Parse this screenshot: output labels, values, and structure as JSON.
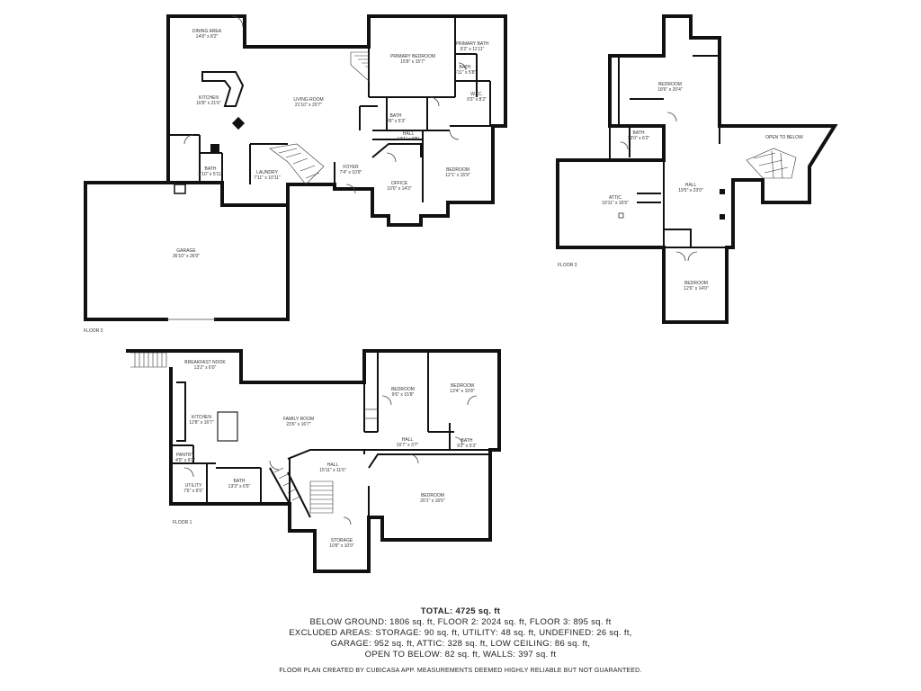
{
  "floors": [
    {
      "id": "floor2",
      "label": "FLOOR 2",
      "rooms": [
        {
          "name": "DINING AREA",
          "dims": "14'8\" x 8'2\""
        },
        {
          "name": "KITCHEN",
          "dims": "16'8\" x 21'6\""
        },
        {
          "name": "LIVING ROOM",
          "dims": "21'10\" x 20'7\""
        },
        {
          "name": "PRIMARY BEDROOM",
          "dims": "15'8\" x 15'7\""
        },
        {
          "name": "PRIMARY BATH",
          "dims": "9'2\" x 11'11\""
        },
        {
          "name": "BATH",
          "dims": "3'11\" x 5'8\""
        },
        {
          "name": "W.I.C.",
          "dims": "9'3\" x 8'2\""
        },
        {
          "name": "BATH",
          "dims": "9'8\" x 5'3\""
        },
        {
          "name": "HALL",
          "dims": "13'1\" x 8'5\""
        },
        {
          "name": "BATH",
          "dims": "5'10\" x 5'11\""
        },
        {
          "name": "LAUNDRY",
          "dims": "7'11\" x 10'11\""
        },
        {
          "name": "FOYER",
          "dims": "7'4\" x 10'9\""
        },
        {
          "name": "OFFICE",
          "dims": "10'0\" x 14'3\""
        },
        {
          "name": "BEDROOM",
          "dims": "12'1\" x 15'9\""
        },
        {
          "name": "GARAGE",
          "dims": "36'10\" x 26'0\""
        }
      ]
    },
    {
      "id": "floor3",
      "label": "FLOOR 3",
      "rooms": [
        {
          "name": "BEDROOM",
          "dims": "18'6\" x 20'4\""
        },
        {
          "name": "BATH",
          "dims": "10'0\" x 6'2\""
        },
        {
          "name": "OPEN TO BELOW",
          "dims": ""
        },
        {
          "name": "ATTIC",
          "dims": "19'11\" x 16'5\""
        },
        {
          "name": "HALL",
          "dims": "19'5\" x 23'0\""
        },
        {
          "name": "BEDROOM",
          "dims": "12'6\" x 14'0\""
        }
      ]
    },
    {
      "id": "floor1",
      "label": "FLOOR 1",
      "rooms": [
        {
          "name": "BREAKFAST NOOK",
          "dims": "13'2\" x 6'0\""
        },
        {
          "name": "KITCHEN",
          "dims": "12'8\" x 16'7\""
        },
        {
          "name": "FAMILY ROOM",
          "dims": "23'6\" x 16'7\""
        },
        {
          "name": "BEDROOM",
          "dims": "9'6\" x 15'8\""
        },
        {
          "name": "BEDROOM",
          "dims": "13'4\" x 15'8\""
        },
        {
          "name": "HALL",
          "dims": "16'7\" x 3'7\""
        },
        {
          "name": "BATH",
          "dims": "9'2\" x 5'3\""
        },
        {
          "name": "PANTRY",
          "dims": "4'9\" x 6'0\""
        },
        {
          "name": "HALL",
          "dims": "15'11\" x 11'6\""
        },
        {
          "name": "BATH",
          "dims": "13'3\" x 6'5\""
        },
        {
          "name": "UTILITY",
          "dims": "7'6\" x 6'5\""
        },
        {
          "name": "BEDROOM",
          "dims": "20'1\" x 16'6\""
        },
        {
          "name": "STORAGE",
          "dims": "10'8\" x 10'0\""
        }
      ]
    }
  ],
  "summary": {
    "total": "TOTAL: 4725 sq. ft",
    "line1": "BELOW GROUND: 1806 sq. ft, FLOOR 2: 2024 sq. ft, FLOOR 3: 895 sq. ft",
    "line2": "EXCLUDED AREAS: STORAGE: 90 sq. ft, UTILITY: 48 sq. ft, UNDEFINED: 26 sq. ft,",
    "line3": "GARAGE: 952 sq. ft, ATTIC: 328 sq. ft, LOW CEILING: 86 sq. ft,",
    "line4": "OPEN TO BELOW: 82 sq. ft, WALLS: 397 sq. ft"
  },
  "footer": "FLOOR PLAN CREATED BY CUBICASA APP. MEASUREMENTS DEEMED HIGHLY RELIABLE BUT NOT GUARANTEED."
}
